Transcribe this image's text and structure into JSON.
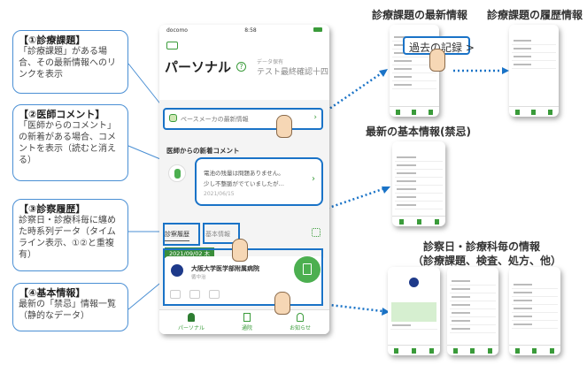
{
  "callouts": [
    {
      "title": "【①診療課題】",
      "body": "「診療課題」がある場合、その最新情報へのリンクを表示"
    },
    {
      "title": "【②医師コメント】",
      "body": "「医師からのコメント」の新着がある場合、コメントを表示（読むと消える）"
    },
    {
      "title": "【③診察履歴】",
      "body": "診察日・診療科毎に纏めた時系列データ（タイムライン表示、①②と重複有）"
    },
    {
      "title": "【④基本情報】",
      "body": "最新の「禁忌」情報一覧（静的なデータ）"
    }
  ],
  "phone": {
    "carrier": "docomo",
    "time": "8:58",
    "title": "パーソナル",
    "help": "?",
    "data_label": "データ保有",
    "user_name": "テスト最終確認十四",
    "pacemaker_link": "ペースメーカの最新情報",
    "comment_heading": "医師からの新着コメント",
    "comment_text": [
      "電池の残量は問題ありません。",
      "少し不整脈がでていましたが…"
    ],
    "comment_date": "2021/06/15",
    "tabs": [
      "診察履歴",
      "基本情報"
    ],
    "visit_date": "2021/09/02 木",
    "hospital": "大阪大学医学部附属病院",
    "department": "循中治",
    "nav": [
      "パーソナル",
      "通院",
      "お知らせ"
    ]
  },
  "right": {
    "latest_issue_title": "診療課題の最新情報",
    "history_title": "診療課題の履歴情報",
    "past_records": "過去の記録 >",
    "basic_info_title": "最新の基本情報(禁忌)",
    "visit_info_title": "診察日・診療科毎の情報",
    "visit_info_sub": "（診療課題、検査、処方、他）"
  },
  "colors": {
    "accent": "#1a73c7",
    "green": "#3a9b3a"
  }
}
